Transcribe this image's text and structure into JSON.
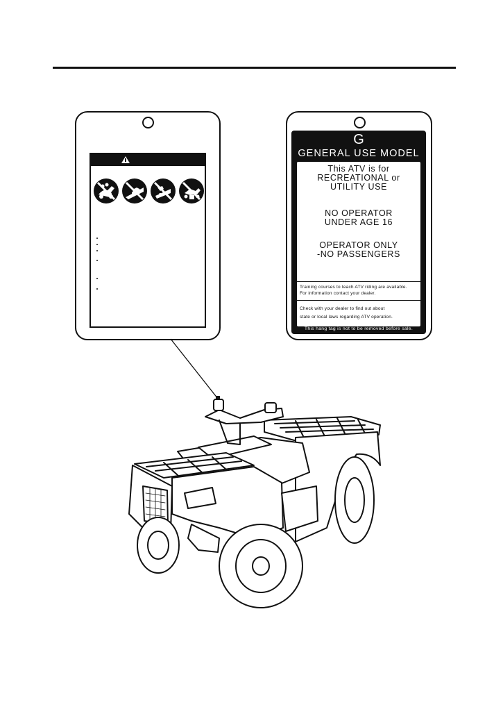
{
  "right_tag": {
    "letter": "G",
    "title": "GENERAL USE MODEL",
    "line1": "This ATV is for",
    "line2": "RECREATIONAL or",
    "line3": "UTILITY USE",
    "line4": "NO OPERATOR",
    "line5": "UNDER AGE 16",
    "line6": "OPERATOR ONLY",
    "line7": "-NO PASSENGERS",
    "training_1": "Training courses to teach ATV riding are available.",
    "training_2": "For information contact your dealer.",
    "laws_1": "Check with your dealer to find out about",
    "laws_2": "state or local laws regarding ATV operation.",
    "footer": "This hang tag is not to be removed before sale."
  },
  "left_tag": {
    "pictograms": [
      "no-passenger-icon",
      "no-pavement-icon",
      "no-drugs-alcohol-icon",
      "no-young-rider-icon"
    ]
  }
}
